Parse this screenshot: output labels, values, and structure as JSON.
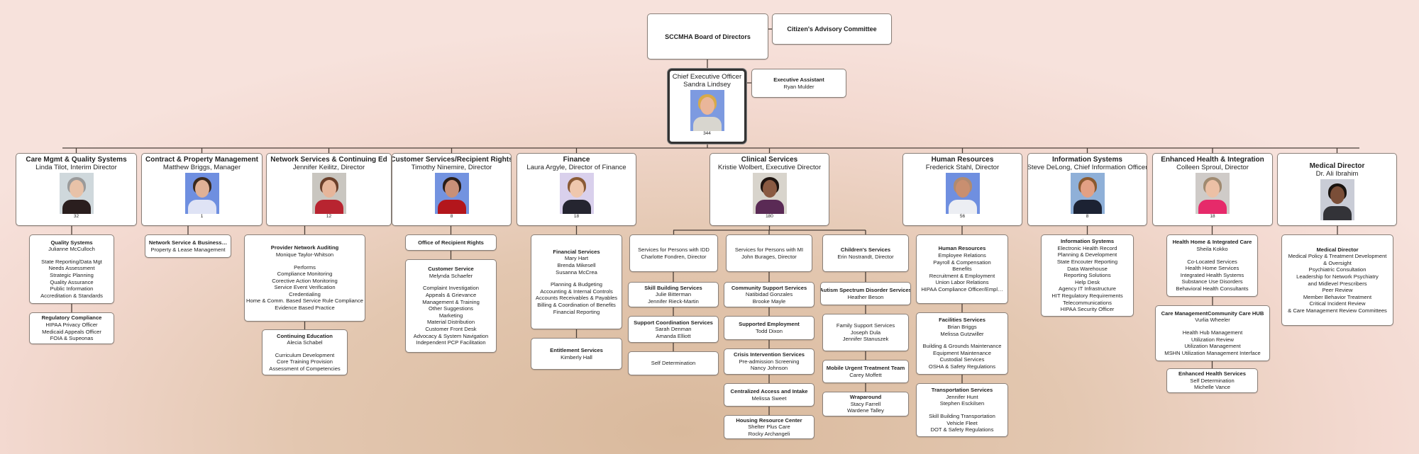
{
  "board": {
    "title": "SCCMHA Board of Directors"
  },
  "advisory": {
    "title": "Citizen's Advisory Committee"
  },
  "ceo": {
    "title": "Chief Executive Officer",
    "name": "Sandra Lindsey",
    "count": "344"
  },
  "assistant": {
    "title": "Executive Assistant",
    "name": "Ryan Mulder"
  },
  "departments": [
    {
      "title": "Care Mgmt & Quality Systems",
      "name": "Linda Tilot, Interim Director",
      "count": "32",
      "photo": {
        "bg": "#cfd8dc",
        "hair": "#9a9a9a",
        "skin": "#e8c2a8",
        "shirt": "#2a1e1e"
      },
      "units": [
        {
          "title": "Quality Systems",
          "lines": [
            "Julianne McCulloch",
            "",
            "State Reporting/Data Mgt",
            "Needs Assessment",
            "Strategic Planning",
            "Quality Assurance",
            "Public Information",
            "Accreditation & Standards"
          ]
        },
        {
          "title": "Regulatory Compliance",
          "lines": [
            "HIPAA Privacy Officer",
            "Medicaid Appeals Officer",
            "FOIA & Supeonas"
          ]
        }
      ]
    },
    {
      "title": "Contract & Property Management",
      "name": "Matthew Briggs, Manager",
      "count": "1",
      "photo": {
        "bg": "#6f8fe0",
        "hair": "#3b2a1e",
        "skin": "#e0b196",
        "shirt": "#dfe3f5"
      },
      "units": [
        {
          "title": "Network Service & Business…",
          "lines": [
            "Property & Lease Management"
          ]
        }
      ]
    },
    {
      "title": "Network Services & Continuing Ed",
      "name": "Jennifer Keilitz, Director",
      "count": "12",
      "photo": {
        "bg": "#c9c6c0",
        "hair": "#6b3f2a",
        "skin": "#e6b59a",
        "shirt": "#b82430"
      },
      "units": [
        {
          "title": "Provider Network Auditing",
          "lines": [
            "Monique Taylor-Whitson",
            "",
            "Performs",
            "Compliance Monitoring",
            "Corective Action Monitoring",
            "Service Event Verification",
            "Credentialing",
            "Home & Comm. Based Service Rule Compliance",
            "Evidence Based Practice"
          ]
        },
        {
          "title": "Continuing Education",
          "lines": [
            "Alecia Schabel",
            "",
            "Curriculum Development",
            "Core Training Provision",
            "Assessment of Competencies"
          ]
        }
      ]
    },
    {
      "title": "Customer Services/Recipient Rights",
      "name": "Timothy Ninemire, Director",
      "count": "8",
      "photo": {
        "bg": "#7393e0",
        "hair": "#2b1e18",
        "skin": "#c99078",
        "shirt": "#b3161c"
      },
      "units": [
        {
          "title": "Office of Recipient Rights",
          "lines": []
        },
        {
          "title": "Customer Service",
          "lines": [
            "Melynda Schaefer",
            "",
            "Complaint Investigation",
            "Appeals & Grievance",
            "Management & Training",
            "Other Suggestions",
            "Marketing",
            "Material Distribution",
            "Customer Front Desk",
            "Advocacy & System Navigation",
            "Independent PCP Facilitation"
          ]
        }
      ]
    },
    {
      "title": "Finance",
      "name": "Laura Argyle, Director of Finance",
      "count": "18",
      "photo": {
        "bg": "#d9d0ec",
        "hair": "#8a5a36",
        "skin": "#efc7ad",
        "shirt": "#252530"
      },
      "units": [
        {
          "title": "Financial Services",
          "lines": [
            "Mary Hart",
            "Brenda Mikesell",
            "Susanna McCrea",
            "",
            "Planning & Budgeting",
            "Accounting & Internal Controls",
            "Accounts Receivables & Payables",
            "Billing & Coordination of Benefits",
            "Financial Reporting"
          ]
        },
        {
          "title": "Entitlement Services",
          "lines": [
            "Kimberly Hall"
          ]
        }
      ]
    },
    {
      "title": "Clinical Services",
      "name": "Kristie Wolbert, Executive Director",
      "count": "180",
      "photo": {
        "bg": "#d8d4cc",
        "hair": "#1e1410",
        "skin": "#8a5a42",
        "shirt": "#5a2a55"
      },
      "units": [
        {
          "title": "",
          "lines": [
            "Services for Persons with IDD",
            "Charlotte Fondren, Director"
          ]
        },
        {
          "title": "Skill Building Services",
          "lines": [
            "Julie Bitterman",
            "Jennifer Rieck-Martin"
          ]
        },
        {
          "title": "Support Coordination Services",
          "lines": [
            "Sarah Denman",
            "Amanda Elliott"
          ]
        },
        {
          "title": "",
          "lines": [
            "Self Determination"
          ]
        },
        {
          "title": "",
          "lines": [
            "Services for Persons with MI",
            "John Burages, Director"
          ]
        },
        {
          "title": "Community Support Services",
          "lines": [
            "Natibidad Gonzales",
            "Brooke Mayle"
          ]
        },
        {
          "title": "Supported Employment",
          "lines": [
            "Todd Dixon"
          ]
        },
        {
          "title": "Crisis Intervention Services",
          "lines": [
            "Pre-admission Screening",
            "Nancy Johnson"
          ]
        },
        {
          "title": "Centralized Access and Intake",
          "lines": [
            "Melissa Sweet"
          ]
        },
        {
          "title": "Housing Resource Center",
          "lines": [
            "Shelter Plus Care",
            "Rocky Archangeli"
          ]
        },
        {
          "title": "Children's Services",
          "lines": [
            "Erin Nostrandt, Director"
          ]
        },
        {
          "title": "Autism Spectrum Disorder Services",
          "lines": [
            "Heather Beson"
          ]
        },
        {
          "title": "",
          "lines": [
            "Family Support Services",
            "Joseph Dula",
            "Jennifer Stanuszek"
          ]
        },
        {
          "title": "Mobile Urgent Treatment Team",
          "lines": [
            "Carey Moffett"
          ]
        },
        {
          "title": "Wraparound",
          "lines": [
            "Stacy Farrell",
            "Wardene Talley"
          ]
        }
      ]
    },
    {
      "title": "Human Resources",
      "name": "Frederick Stahl, Director",
      "count": "56",
      "photo": {
        "bg": "#6f8fe0",
        "hair": "#b08a70",
        "skin": "#c98f70",
        "shirt": "#eceef3"
      },
      "units": [
        {
          "title": "Human Resources",
          "lines": [
            "Employee Relations",
            "Payroll & Compensation",
            "Benefits",
            "Recruitment & Employment",
            "Union Labor Relations",
            "HIPAA Compliance Officer/Empl…"
          ]
        },
        {
          "title": "Facilities Services",
          "lines": [
            "Brian Briggs",
            "Melissa Gutzwiller",
            "",
            "Building & Grounds Maintenance",
            "Equipment Maintenance",
            "Custodial Services",
            "OSHA & Safety Regulations"
          ]
        },
        {
          "title": "Transportation Services",
          "lines": [
            "Jennifer Hunt",
            "Stephen Esckilsen",
            "",
            "Skill Building Transportation",
            "Vehicle Fleet",
            "DOT & Safety Regulations"
          ]
        }
      ]
    },
    {
      "title": "Information Systems",
      "name": "Steve DeLong, Chief Information Officer",
      "count": "8",
      "photo": {
        "bg": "#8fb0d8",
        "hair": "#8a5a30",
        "skin": "#e2a084",
        "shirt": "#1c2233"
      },
      "units": [
        {
          "title": "Information Systems",
          "lines": [
            "Electronic Health Record",
            "Planning & Development",
            "State Encouter Reporting",
            "Data Warehouse",
            "Reporting Solutions",
            "Help Desk",
            "Agency IT Infrastructure",
            "HIT Regulatory Requirements",
            "Telecommunications",
            "HIPAA Security Officer"
          ]
        }
      ]
    },
    {
      "title": "Enhanced Health & Integration",
      "name": "Colleen Sproul, Director",
      "count": "18",
      "photo": {
        "bg": "#cfcbc8",
        "hair": "#a08a70",
        "skin": "#ecc0a5",
        "shirt": "#e62a6a"
      },
      "units": [
        {
          "title": "Health Home & Integrated Care",
          "lines": [
            "Sheila Kokko",
            "",
            "Co-Located Services",
            "Health Home Services",
            "Integrated Health Systems",
            "Substance Use Disorders",
            "Behavioral Health Consultants"
          ]
        },
        {
          "title": "Care ManagementCommunity Care HUB",
          "lines": [
            "Vurlia Wheeler",
            "",
            "Health Hub Management",
            "Utilization Review",
            "Utilization Management",
            "MSHN Utilization Management Interface"
          ]
        },
        {
          "title": "Enhanced Health Services",
          "lines": [
            "Self Determination",
            "Michelle Vance"
          ]
        }
      ]
    },
    {
      "title": "Medical Director",
      "name": "Dr. Ali Ibrahim",
      "photo": {
        "bg": "#c9ccd6",
        "hair": "#1a1410",
        "skin": "#7a4e38",
        "shirt": "#333338"
      },
      "units": [
        {
          "title": "Medical Director",
          "lines": [
            "Medical Policy & Treatment Development",
            "& Oversight",
            "Psychiatric Consultation",
            "Leadership for Network Psychiatry",
            "and Midlevel Prescribers",
            "Peer Review",
            "Member Behavior Treatment",
            "Critical Incident Review",
            "& Care Management Review Committees"
          ]
        }
      ]
    }
  ],
  "ceo_photo": {
    "bg": "#7d9ae0",
    "hair": "#d8aa4a",
    "skin": "#eab69a",
    "shirt": "#d8d6cf"
  },
  "colors": {
    "line": "#4a3f38",
    "box_border": "#8a8079",
    "background": "#e3c7b0"
  }
}
